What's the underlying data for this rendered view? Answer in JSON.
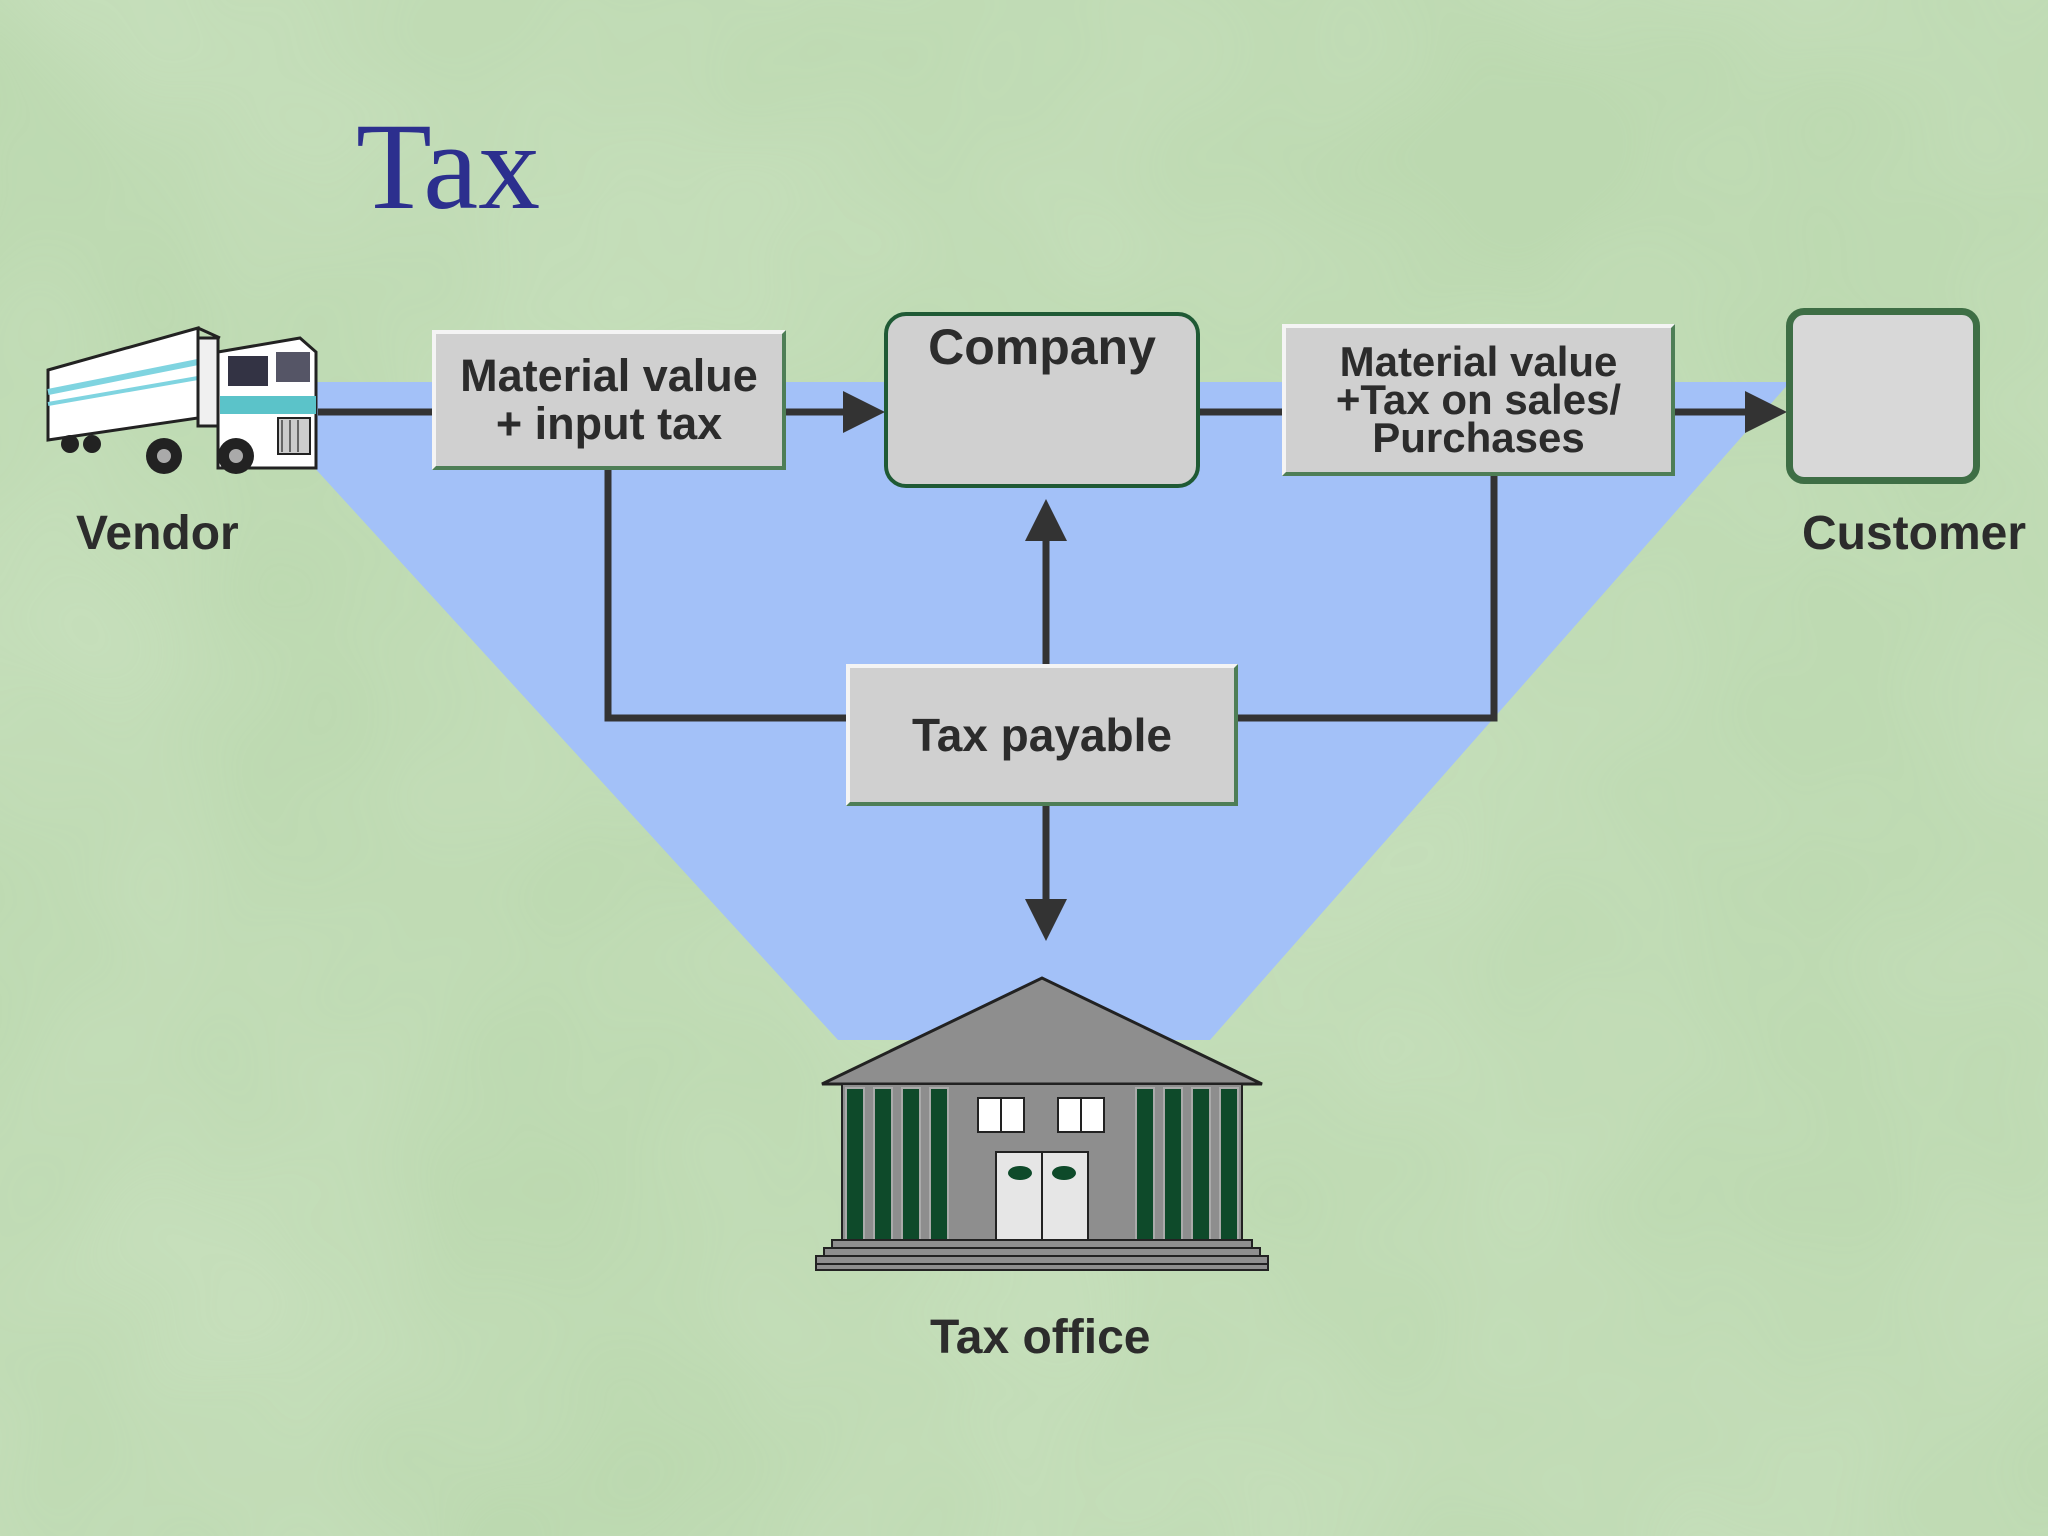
{
  "title": "Tax",
  "nodes": {
    "vendor": "Vendor",
    "customer": "Customer",
    "company": "Company",
    "tax_office": "Tax office"
  },
  "boxes": {
    "input": [
      "Material value",
      "+ input tax"
    ],
    "sales": [
      "Material value",
      "+Tax on sales/",
      "Purchases"
    ],
    "payable": "Tax payable"
  },
  "colors": {
    "title": "#2c2f8e",
    "triangle": "#a3c1f8",
    "box_fill": "#d0d0d0",
    "box_border": "#4e7e56",
    "arrow": "#333333",
    "column_green": "#0e4a2a",
    "background": "#bcd9b0"
  },
  "icons": {
    "vendor": "truck-icon",
    "company": "factory-icon",
    "customer": "store-icon",
    "tax_office": "government-building-icon"
  }
}
